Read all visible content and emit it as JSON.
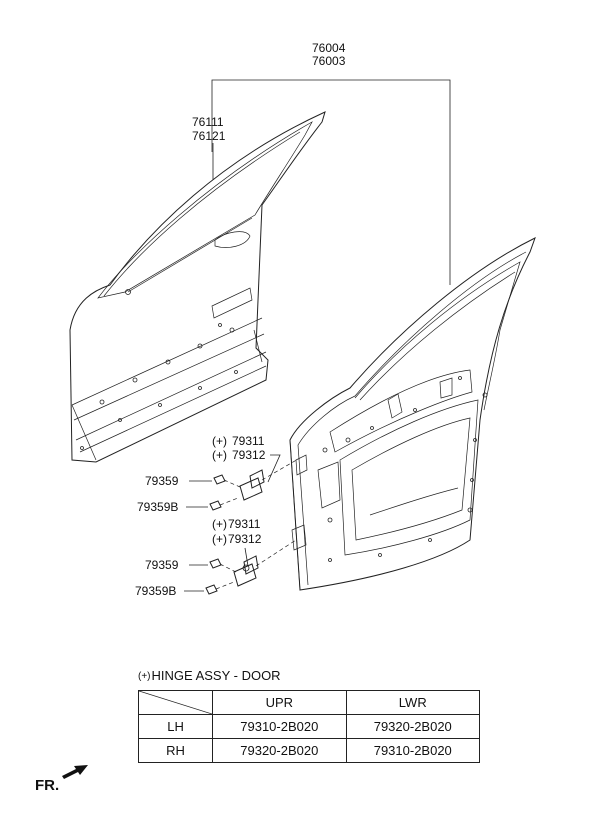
{
  "labels": {
    "assy_a": "76004",
    "assy_b": "76003",
    "panel_a": "76111",
    "panel_b": "76121",
    "upper_hinge_a": "79311",
    "upper_hinge_b": "79312",
    "upper_bolt": "79359",
    "upper_bolt_b": "79359B",
    "lower_hinge_a": "79311",
    "lower_hinge_b": "79312",
    "lower_bolt": "79359",
    "lower_bolt_b": "79359B"
  },
  "marks": {
    "upper_a": "(+)",
    "upper_b": "(+)",
    "lower_a": "(+)",
    "lower_b": "(+)"
  },
  "table": {
    "title_mark": "(+)",
    "title": "HINGE ASSY - DOOR",
    "headers": [
      "UPR",
      "LWR"
    ],
    "rows": [
      {
        "side": "LH",
        "upr": "79310-2B020",
        "lwr": "79320-2B020"
      },
      {
        "side": "RH",
        "upr": "79320-2B020",
        "lwr": "79310-2B020"
      }
    ]
  },
  "direction": {
    "label": "FR.",
    "icon": "forward-arrow-icon"
  }
}
